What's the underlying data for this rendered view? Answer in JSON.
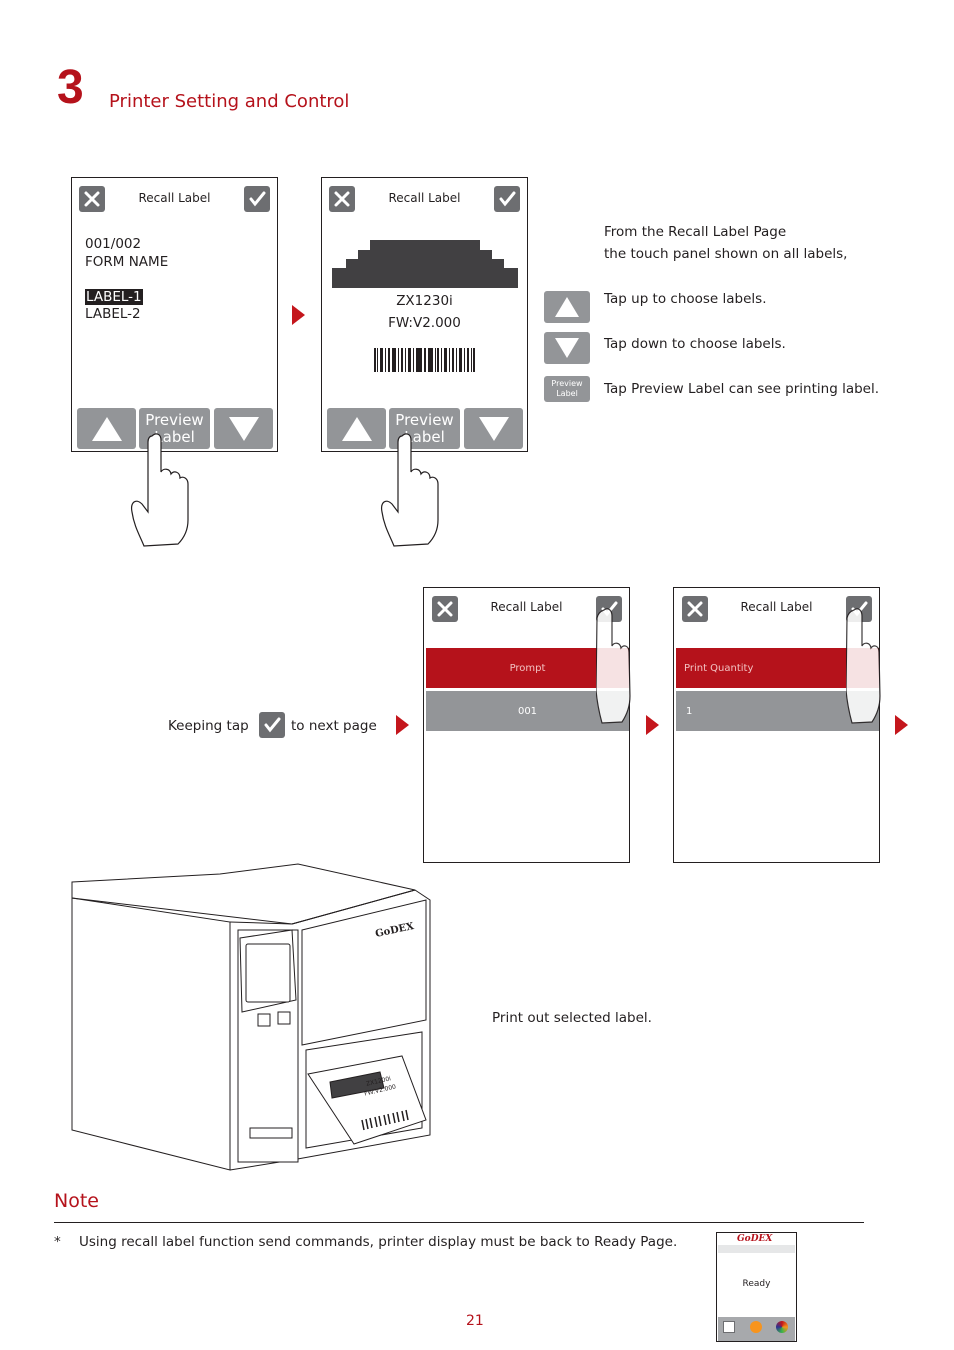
{
  "section": {
    "number": "3",
    "title": "Printer Setting and Control"
  },
  "screen1": {
    "title": "Recall Label",
    "line1": "001/002",
    "line2": "FORM NAME",
    "label_selected": "LABEL-1",
    "label_other": "LABEL-2",
    "preview_line1": "Preview",
    "preview_line2": "Label"
  },
  "screen2": {
    "title": "Recall Label",
    "model": "ZX1230i",
    "firmware": "FW:V2.000",
    "preview_line1": "Preview",
    "preview_line2": "Label"
  },
  "instructions": {
    "intro_line1": "From the Recall Label Page",
    "intro_line2": "the touch panel shown on all labels,",
    "tap_up": "Tap up to choose labels.",
    "tap_down": "Tap down to choose labels.",
    "tap_preview": "Tap Preview Label can see  printing label.",
    "preview_icon_line1": "Preview",
    "preview_icon_line2": "Label"
  },
  "keep_tap": {
    "before": "Keeping tap",
    "after": "to next page"
  },
  "screen3": {
    "title": "Recall Label",
    "bar_label": "Prompt",
    "bar_value": "001"
  },
  "screen4": {
    "title": "Recall Label",
    "bar_label": "Print Quantity",
    "bar_value": "1"
  },
  "printer": {
    "brand": "GoDEX",
    "label_model": "ZX1200i",
    "label_fw": "FW:V2.000"
  },
  "print_out": "Print out selected label.",
  "note": {
    "title": "Note",
    "bullet": "*",
    "text": "Using recall label function send commands, printer display must be back to Ready Page."
  },
  "ready_screen": {
    "brand": "GoDEX",
    "status": "Ready"
  },
  "page_number": "21",
  "colors": {
    "accent": "#b5121b",
    "button_gray": "#939598",
    "dark_gray": "#6d6e71"
  }
}
